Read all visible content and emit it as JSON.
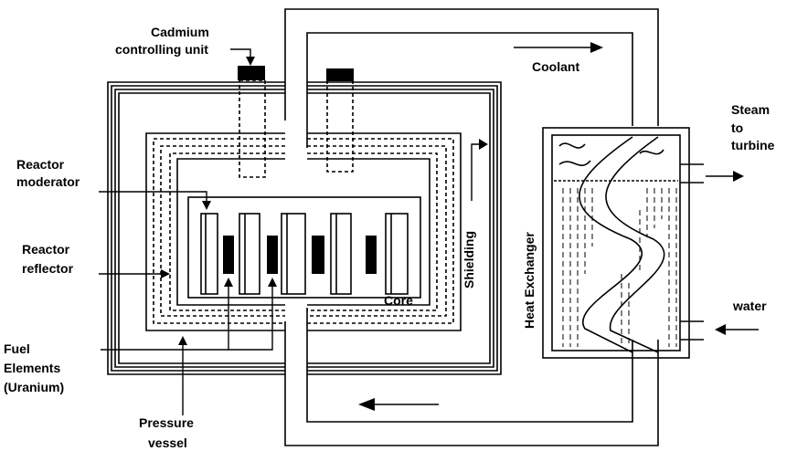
{
  "labels": {
    "cadmium_line1": "Cadmium",
    "cadmium_line2": "controlling unit",
    "coolant": "Coolant",
    "steam_line1": "Steam",
    "steam_line2": "to",
    "steam_line3": "turbine",
    "moderator_line1": "Reactor",
    "moderator_line2": "moderator",
    "reflector_line1": "Reactor",
    "reflector_line2": "reflector",
    "fuel_line1": "Fuel",
    "fuel_line2": "Elements",
    "fuel_line3": "(Uranium)",
    "pressure_line1": "Pressure",
    "pressure_line2": "vessel",
    "core": "Core",
    "shielding": "Shielding",
    "heat_exchanger": "Heat Exchanger",
    "water": "water"
  },
  "colors": {
    "ink": "#000000",
    "background": "#ffffff"
  }
}
